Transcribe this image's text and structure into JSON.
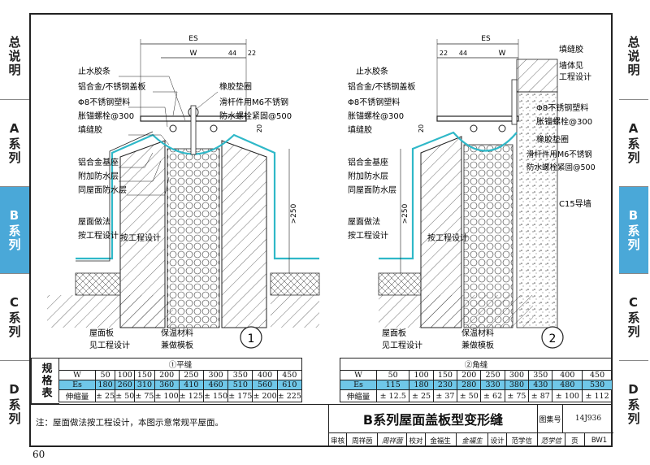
{
  "side_tabs": [
    {
      "label": "总说明",
      "active": false
    },
    {
      "label": "A系列",
      "active": false
    },
    {
      "label": "B系列",
      "active": true
    },
    {
      "label": "C系列",
      "active": false
    },
    {
      "label": "D系列",
      "active": false
    }
  ],
  "page_number": "60",
  "detail1": {
    "dims": {
      "es": "ES",
      "w": "W",
      "d44": "44",
      "d22": "22",
      "d20": "20",
      "d250": ">250"
    },
    "labels_left": [
      "止水胶条",
      "铝合金/不锈钢盖板",
      "Φ8不锈钢塑料",
      "胀锚螺栓@300",
      "填缝胶",
      "铝合金基座",
      "附加防水层",
      "同屋面防水层",
      "屋面做法",
      "按工程设计"
    ],
    "labels_right": [
      "橡胶垫圈",
      "滑杆件用M6不锈钢",
      "防水螺栓紧固@500"
    ],
    "label_mid": "按工程设计",
    "label_bottom_left": [
      "屋面板",
      "见工程设计"
    ],
    "label_bottom_right": [
      "保温材料",
      "兼做模板"
    ],
    "number": "1"
  },
  "detail2": {
    "dims": {
      "es": "ES",
      "w": "W",
      "d44": "44",
      "d22": "22",
      "d20": "20",
      "d250": ">250"
    },
    "labels_left": [
      "止水胶条",
      "铝合金/不锈钢盖板",
      "Φ8不锈钢塑料",
      "胀锚螺栓@300",
      "填缝胶",
      "铝合金基座",
      "附加防水层",
      "同屋面防水层",
      "屋面做法",
      "按工程设计"
    ],
    "labels_right": [
      "填缝胶",
      "墙体见",
      "工程设计",
      "Φ8不锈钢塑料",
      "胀锚螺栓@300",
      "橡胶垫圈",
      "滑杆件用M6不锈钢",
      "防水螺栓紧固@500",
      "C15导墙"
    ],
    "label_mid": "按工程设计",
    "label_bottom_left": [
      "屋面板",
      "见工程设计"
    ],
    "label_bottom_right": [
      "保温材料",
      "兼做模板"
    ],
    "number": "2"
  },
  "spec_table": {
    "label": "规格表",
    "flat": {
      "title": "①平缝",
      "rows": [
        {
          "name": "W",
          "values": [
            "50",
            "100",
            "150",
            "200",
            "250",
            "300",
            "350",
            "400",
            "450"
          ]
        },
        {
          "name": "Es",
          "values": [
            "180",
            "260",
            "310",
            "360",
            "410",
            "460",
            "510",
            "560",
            "610"
          ]
        },
        {
          "name": "伸缩量",
          "values": [
            "± 25",
            "± 50",
            "± 75",
            "± 100",
            "± 125",
            "± 150",
            "± 175",
            "± 200",
            "± 225"
          ]
        }
      ]
    },
    "corner": {
      "title": "②角缝",
      "rows": [
        {
          "name": "W",
          "values": [
            "50",
            "100",
            "150",
            "200",
            "250",
            "300",
            "350",
            "400",
            "450"
          ]
        },
        {
          "name": "Es",
          "values": [
            "115",
            "180",
            "230",
            "280",
            "330",
            "380",
            "430",
            "480",
            "530"
          ]
        },
        {
          "name": "伸缩量",
          "values": [
            "± 12.5",
            "± 25",
            "± 37",
            "± 50",
            "± 62",
            "± 75",
            "± 87",
            "± 100",
            "± 112"
          ]
        }
      ]
    }
  },
  "note": "注：屋面做法按工程设计，本图示意常规平屋面。",
  "title_block": {
    "title": "B系列屋面盖板型变形缝",
    "atlas_label": "图集号",
    "atlas_no": "14J936",
    "review": "审核",
    "reviewer": "周祥茵",
    "reviewer_sig": "周祥茵",
    "check": "校对",
    "checker": "金福生",
    "checker_sig": "金福生",
    "design": "设计",
    "designer": "范学信",
    "designer_sig": "范学信",
    "page_label": "页",
    "page": "BW1"
  },
  "colors": {
    "accent": "#4aa8d8",
    "table_highlight": "#6fc7e8",
    "membrane": "#2fb8c8"
  }
}
